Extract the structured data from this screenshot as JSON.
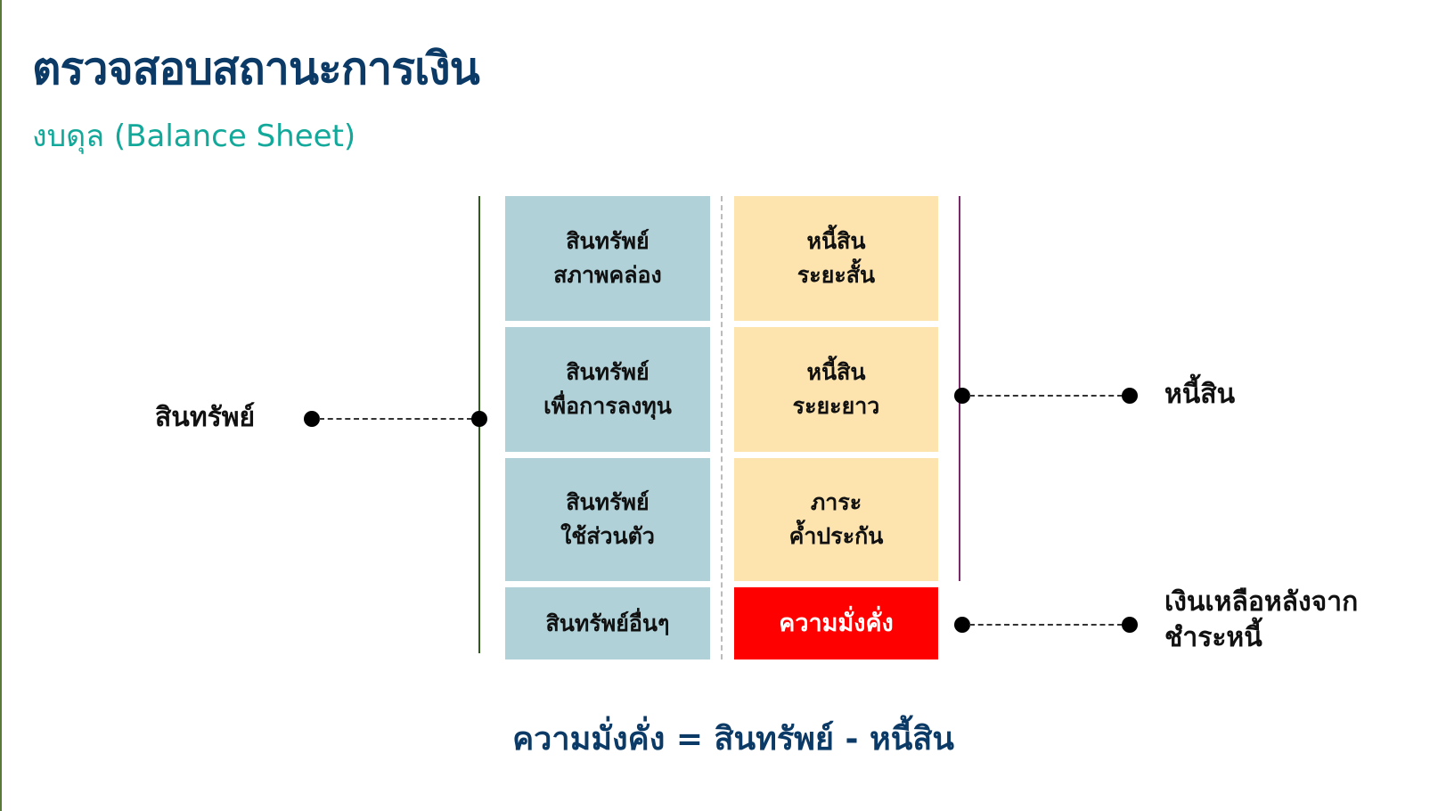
{
  "title": "ตรวจสอบสถานะการเงิน",
  "subtitle": "งบดุล (Balance Sheet)",
  "assets_column": [
    "สินทรัพย์\nสภาพคล่อง",
    "สินทรัพย์\nเพื่อการลงทุน",
    "สินทรัพย์\nใช้ส่วนตัว",
    "สินทรัพย์อื่นๆ"
  ],
  "liabilities_column": [
    "หนี้สิน\nระยะสั้น",
    "หนี้สิน\nระยะยาว",
    "ภาระ\nค้ำประกัน"
  ],
  "equity_box": "ความมั่งคั่ง",
  "labels": {
    "assets": "สินทรัพย์",
    "liabilities": "หนี้สิน",
    "equity": "เงินเหลือหลังจาก\nชำระหนี้"
  },
  "formula": "ความมั่งคั่ง = สินทรัพย์ - หนี้สิน",
  "colors": {
    "asset": "#b0d1d8",
    "liability": "#fde3ae",
    "equity": "#ff0000",
    "title": "#0b3a66",
    "subtitle": "#12a89a"
  }
}
